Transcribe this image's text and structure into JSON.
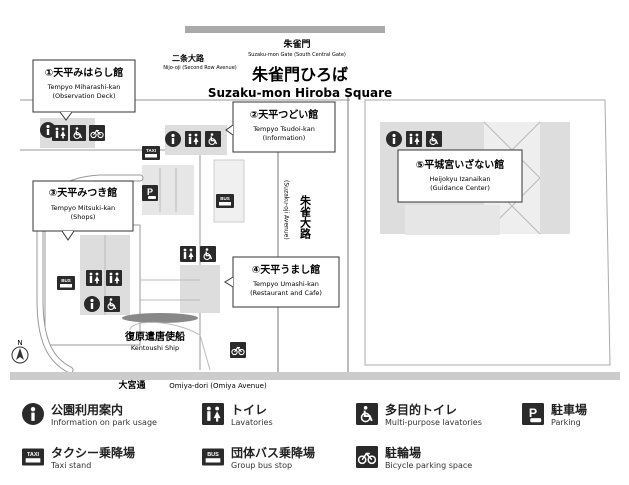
{
  "gate": {
    "jp": "朱雀門",
    "en": "Suzaku-mon Gate (South Central Gate)"
  },
  "plaza": {
    "jp": "朱雀門ひろば",
    "en": "Suzaku-mon Hiroba Square"
  },
  "roads": {
    "nijo": {
      "jp": "二条大路",
      "en": "Nijo-oji (Second Row Avenue)"
    },
    "suzaku": {
      "jp": "朱雀大路",
      "en": "(Suzaku-oji Avenue)"
    },
    "omiya": {
      "jp": "大宮通",
      "en": "Omiya-dori (Omiya Avenue)"
    }
  },
  "buildings": [
    {
      "jp": "①天平みはらし館",
      "en1": "Tempyo Miharashi-kan",
      "en2": "(Observation Deck)"
    },
    {
      "jp": "②天平つどい館",
      "en1": "Tempyo Tsudoi-kan",
      "en2": "(Information)"
    },
    {
      "jp": "③天平みつき館",
      "en1": "Tempyo Mitsuki-kan",
      "en2": "(Shops)"
    },
    {
      "jp": "④天平うまし館",
      "en1": "Tempyo Umashi-kan",
      "en2": "(Restaurant and Cafe)"
    },
    {
      "jp": "⑤平城宮いざない館",
      "en1": "Heijokyu Izanaikan",
      "en2": "(Guidance Center)"
    }
  ],
  "ship": {
    "jp": "復原遣唐使船",
    "en": "Kentoushi Ship"
  },
  "compass": "N",
  "legend": [
    {
      "icon": "info-icon",
      "jp": "公園利用案内",
      "en": "Information on park usage"
    },
    {
      "icon": "toilet-icon",
      "jp": "トイレ",
      "en": "Lavatories"
    },
    {
      "icon": "accessible-toilet-icon",
      "jp": "多目的トイレ",
      "en": "Multi-purpose lavatories"
    },
    {
      "icon": "parking-icon",
      "jp": "駐車場",
      "en": "Parking"
    },
    {
      "icon": "taxi-icon",
      "jp": "タクシー乗降場",
      "en": "Taxi stand"
    },
    {
      "icon": "bus-icon",
      "jp": "団体バス乗降場",
      "en": "Group bus stop"
    },
    {
      "icon": "bicycle-icon",
      "jp": "駐輪場",
      "en": "Bicycle parking space"
    }
  ],
  "icon_text": {
    "parking": "P",
    "taxi": "TAXI",
    "bus": "BUS"
  }
}
